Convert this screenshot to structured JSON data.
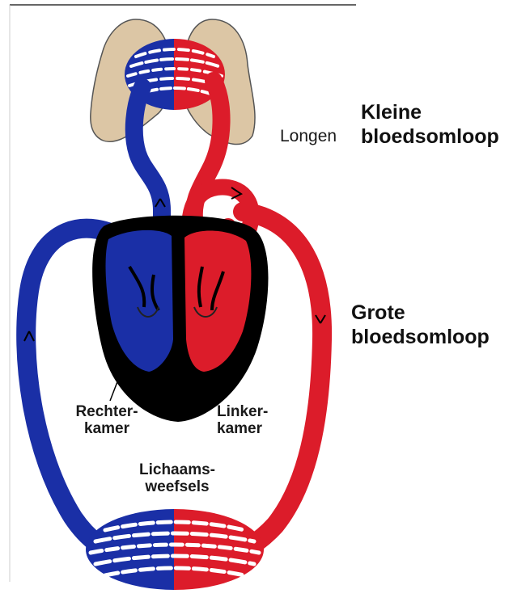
{
  "colors": {
    "deoxygenated": "#1a2fa6",
    "oxygenated": "#dc1c2a",
    "lung": "#dcc6a5",
    "heart": "#000000",
    "background": "#ffffff"
  },
  "labels": {
    "longen": "Longen",
    "kleine_line1": "Kleine",
    "kleine_line2": "bloedsomloop",
    "grote_line1": "Grote",
    "grote_line2": "bloedsomloop",
    "rechter_line1": "Rechter-",
    "rechter_line2": "kamer",
    "linker_line1": "Linker-",
    "linker_line2": "kamer",
    "lichaams_line1": "Lichaams-",
    "lichaams_line2": "weefsels"
  }
}
